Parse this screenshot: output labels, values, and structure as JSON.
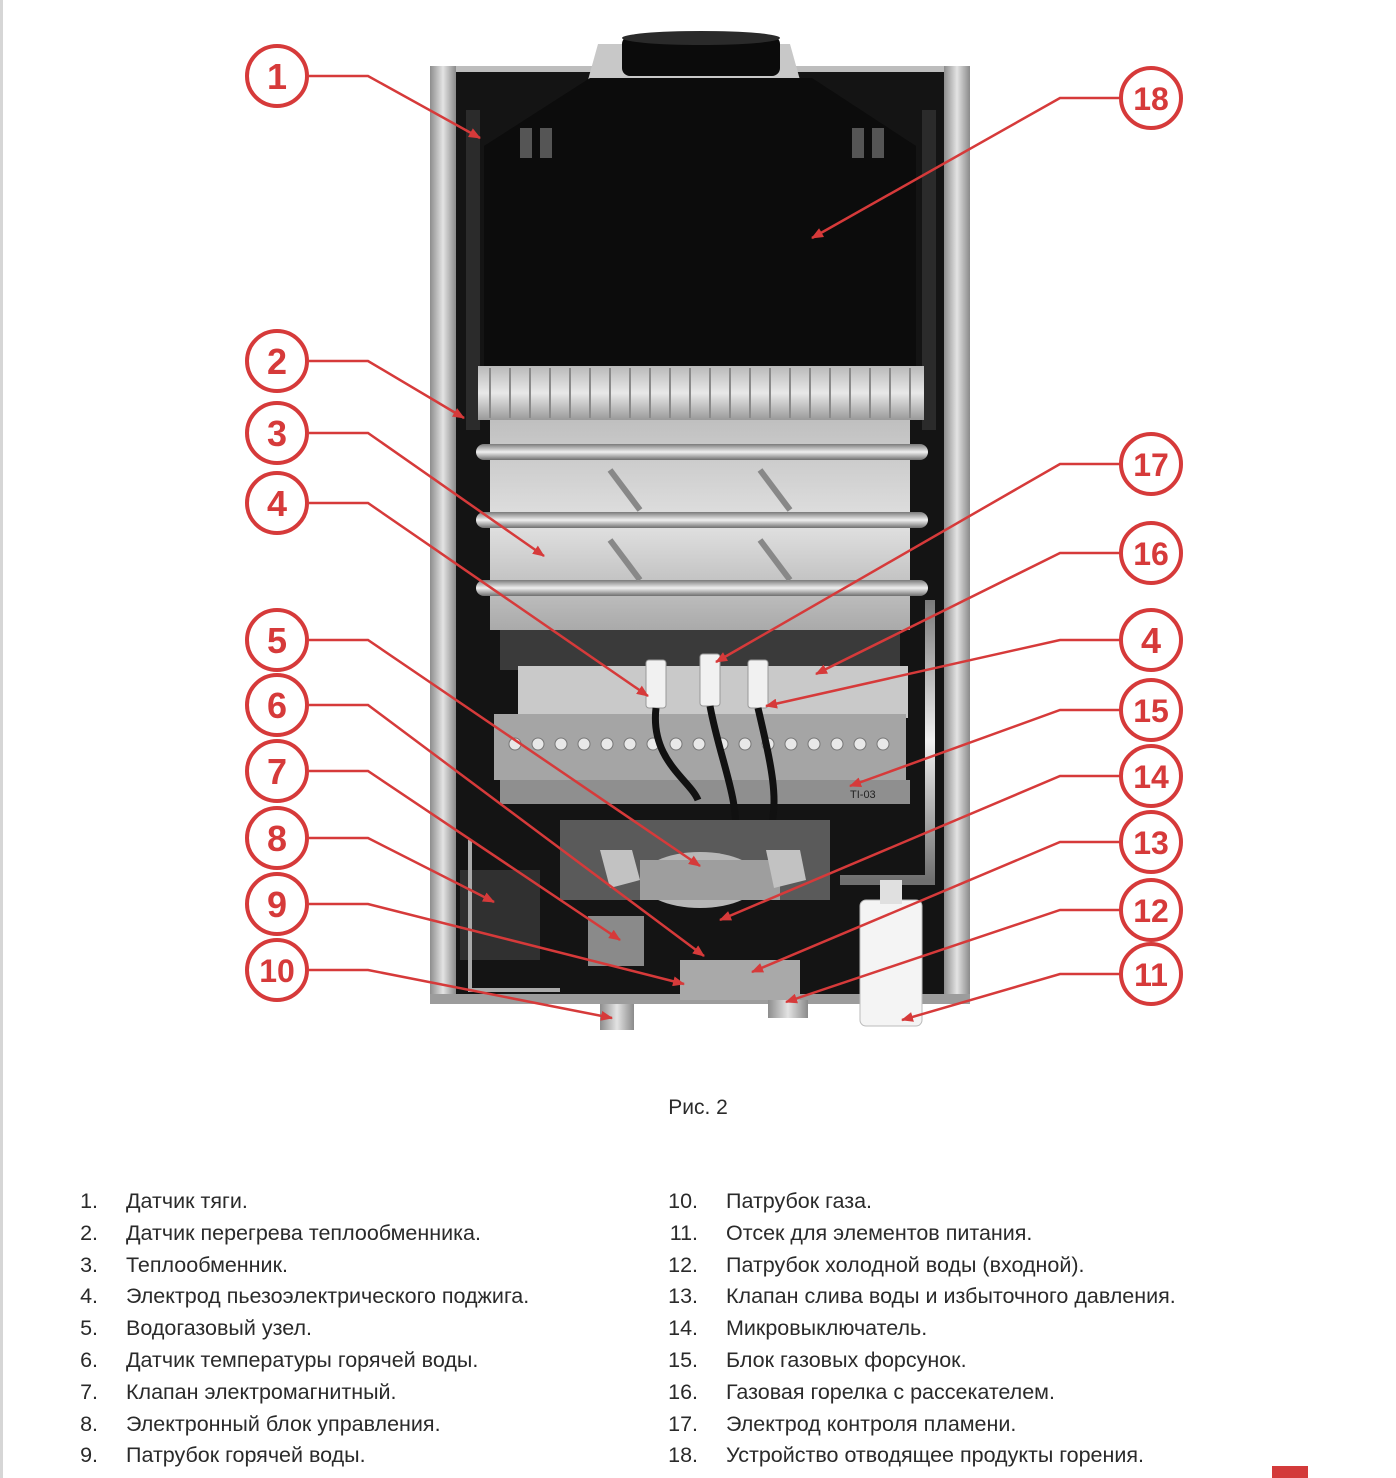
{
  "figure": {
    "image_alt": "Внутреннее устройство газовой колонки",
    "callouts": [
      "1",
      "2",
      "3",
      "4",
      "5",
      "6",
      "7",
      "8",
      "9",
      "10",
      "18",
      "17",
      "16",
      "4",
      "15",
      "14",
      "13",
      "12",
      "11"
    ],
    "callout_color": "#d63a3a",
    "plate_text": "TI-03"
  },
  "caption": "Рис. 2",
  "legend_left": [
    {
      "num": "1.",
      "text": "Датчик тяги."
    },
    {
      "num": "2.",
      "text": "Датчик перегрева теплообменника."
    },
    {
      "num": "3.",
      "text": "Теплообменник."
    },
    {
      "num": "4.",
      "text": "Электрод пьезоэлектрического поджига."
    },
    {
      "num": "5.",
      "text": "Водогазовый узел."
    },
    {
      "num": "6.",
      "text": "Датчик температуры горячей воды."
    },
    {
      "num": "7.",
      "text": "Клапан электромагнитный."
    },
    {
      "num": "8.",
      "text": "Электронный блок управления."
    },
    {
      "num": "9.",
      "text": "Патрубок горячей воды."
    }
  ],
  "legend_right": [
    {
      "num": "10.",
      "text": "Патрубок газа."
    },
    {
      "num": "11.",
      "text": "Отсек для элементов питания."
    },
    {
      "num": "12.",
      "text": "Патрубок холодной воды (входной)."
    },
    {
      "num": "13.",
      "text": "Клапан слива воды и избыточного давления."
    },
    {
      "num": "14.",
      "text": "Микровыключатель."
    },
    {
      "num": "15.",
      "text": "Блок газовых форсунок."
    },
    {
      "num": "16.",
      "text": "Газовая горелка с рассекателем."
    },
    {
      "num": "17.",
      "text": "Электрод контроля пламени."
    },
    {
      "num": "18.",
      "text": "Устройство отводящее продукты горения."
    }
  ]
}
